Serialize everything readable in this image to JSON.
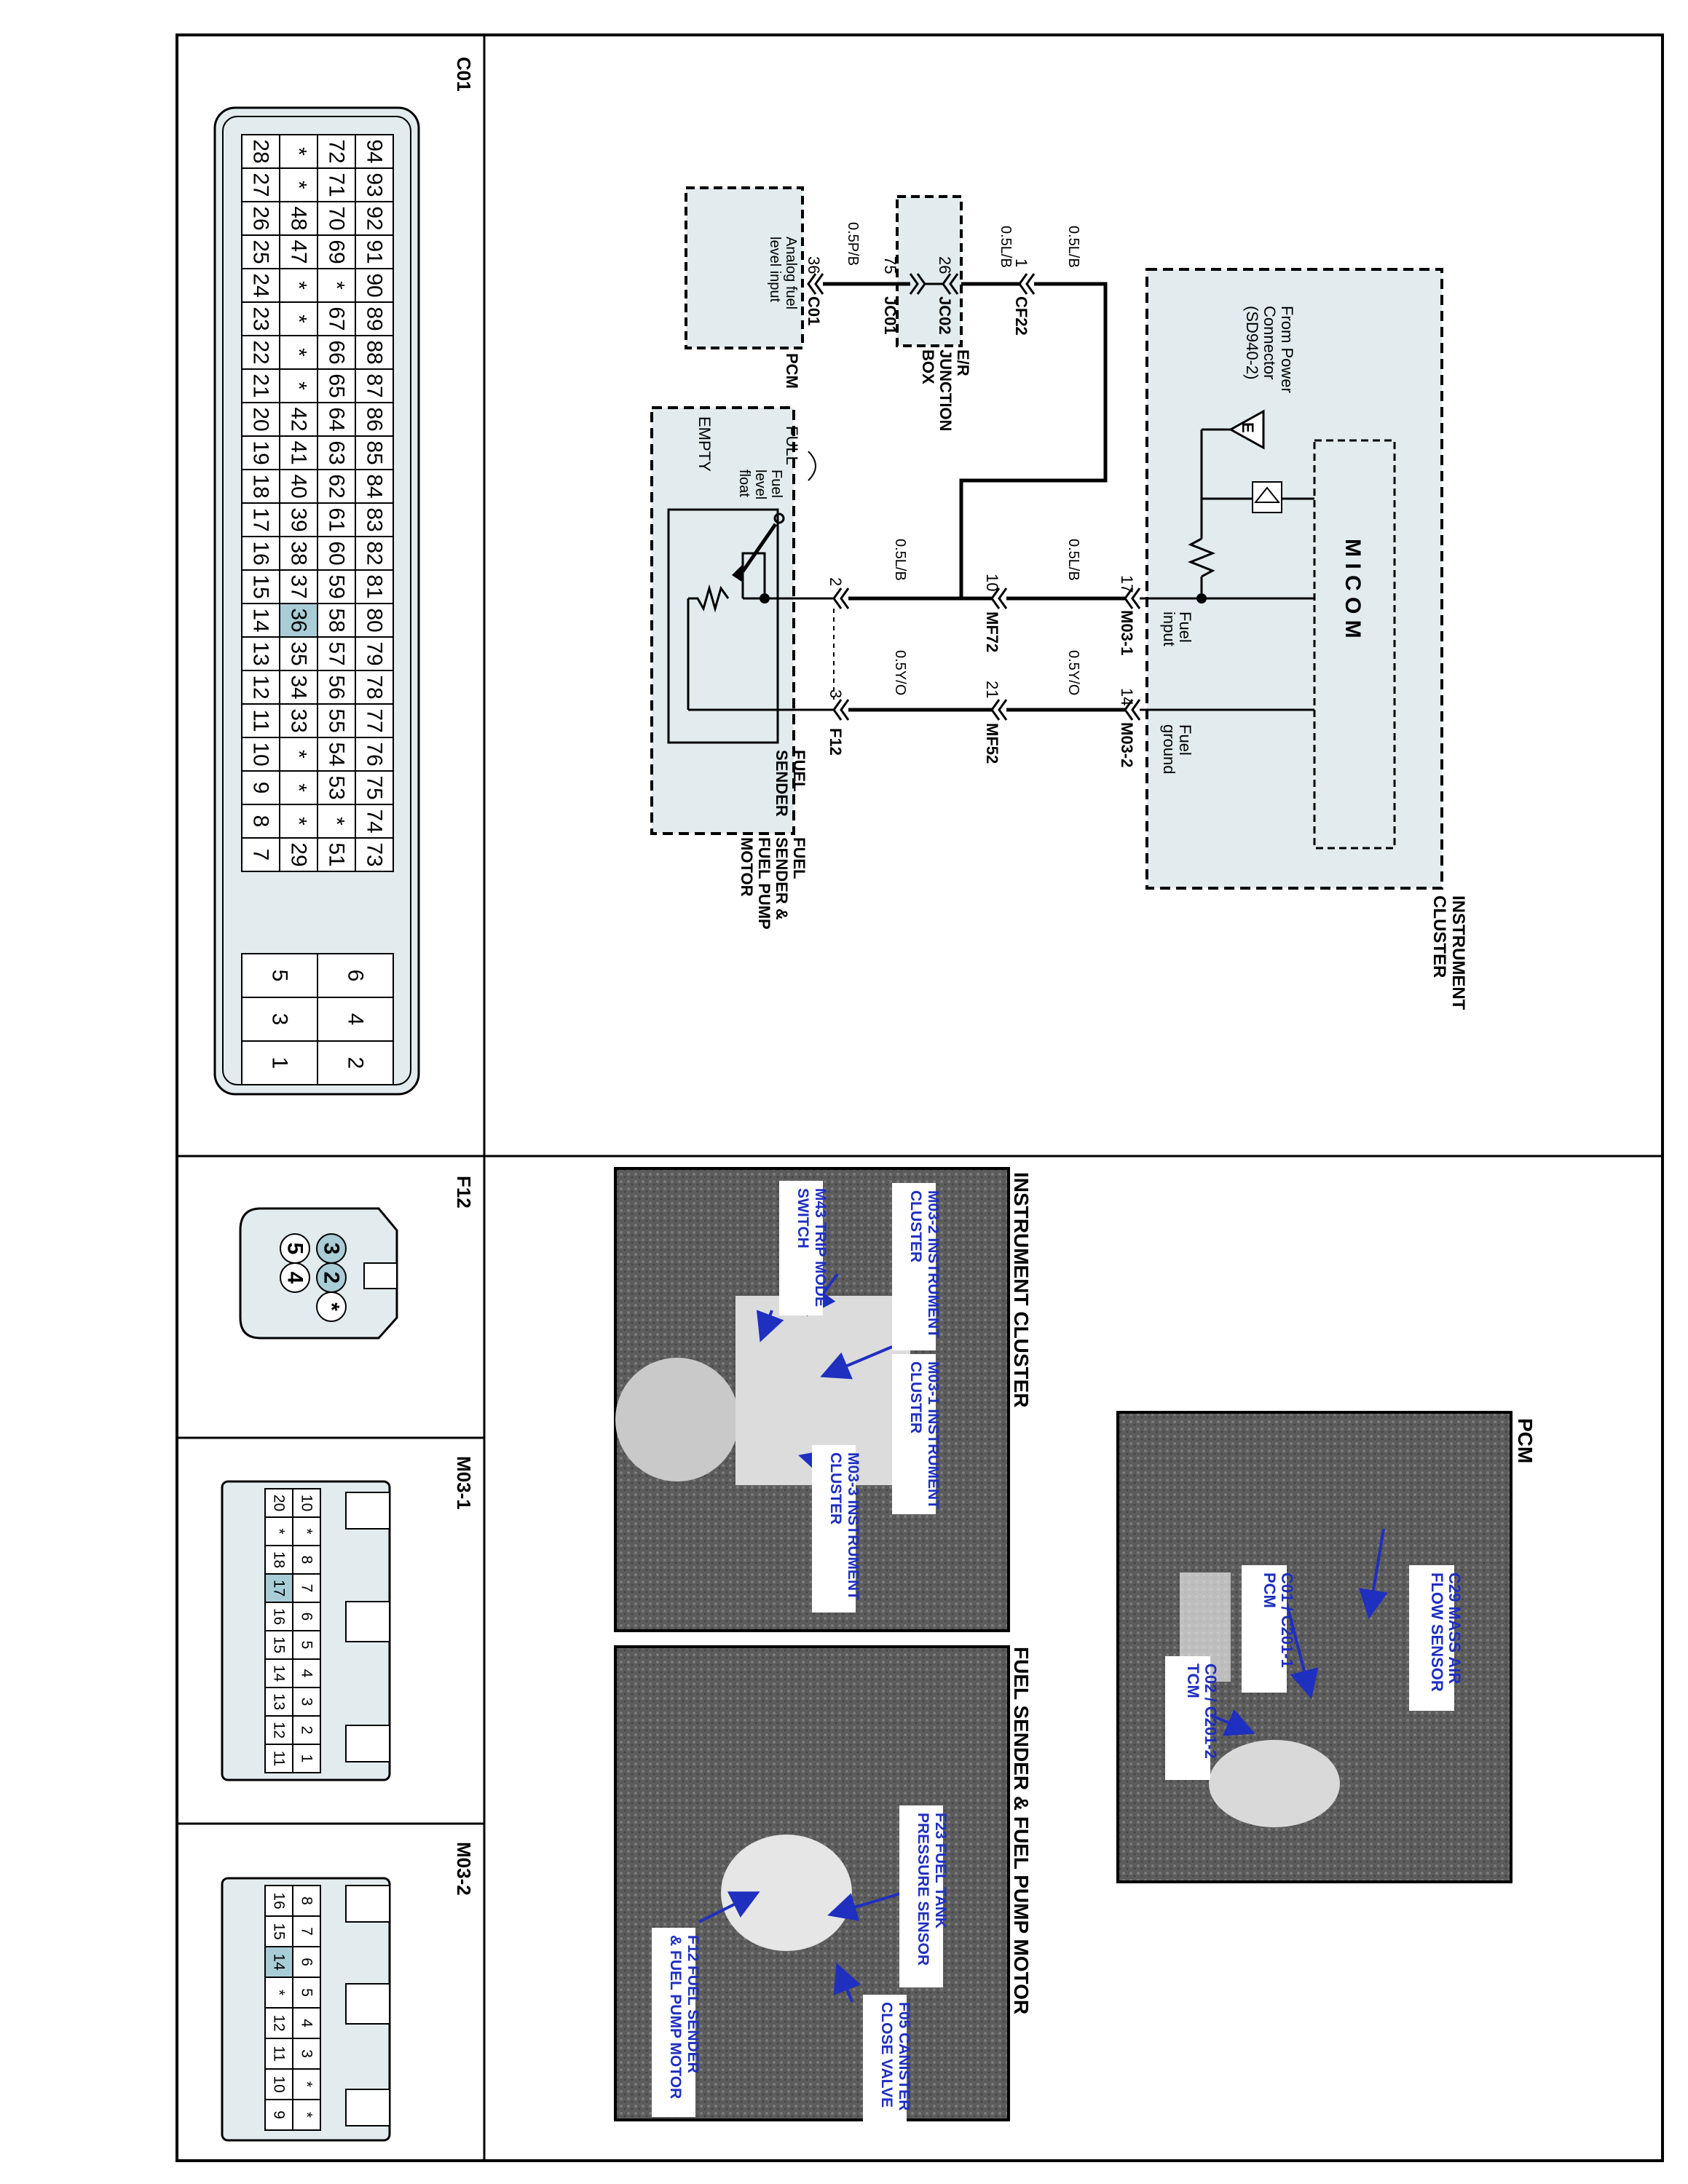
{
  "sections": {
    "c01_title": "C01",
    "f12_title": "F12",
    "m031_title": "M03-1",
    "m032_title": "M03-2",
    "pcm_title": "PCM",
    "ic_title": "INSTRUMENT CLUSTER",
    "fs_title": "FUEL SENDER & FUEL PUMP MOTOR"
  },
  "c01": {
    "rows": [
      [
        "94",
        "93",
        "92",
        "91",
        "90",
        "89",
        "88",
        "87",
        "86",
        "85",
        "84",
        "83",
        "82",
        "81",
        "80",
        "79",
        "78",
        "77",
        "76",
        "75",
        "74",
        "73"
      ],
      [
        "72",
        "71",
        "70",
        "69",
        "*",
        "67",
        "66",
        "65",
        "64",
        "63",
        "62",
        "61",
        "60",
        "59",
        "58",
        "57",
        "56",
        "55",
        "54",
        "53",
        "*",
        "51"
      ],
      [
        "*",
        "*",
        "48",
        "47",
        "*",
        "*",
        "*",
        "*",
        "42",
        "41",
        "40",
        "39",
        "38",
        "37",
        "36",
        "35",
        "34",
        "33",
        "*",
        "*",
        "*",
        "29"
      ],
      [
        "28",
        "27",
        "26",
        "25",
        "24",
        "23",
        "22",
        "21",
        "20",
        "19",
        "18",
        "17",
        "16",
        "15",
        "14",
        "13",
        "12",
        "11",
        "10",
        "9",
        "8",
        "7"
      ]
    ],
    "small": [
      [
        "6",
        "5"
      ],
      [
        "4",
        "3"
      ],
      [
        "2",
        "1"
      ]
    ],
    "highlight": "36"
  },
  "f12": {
    "pins": [
      "*",
      "2",
      "3",
      "4",
      "5"
    ],
    "highlight": [
      "2",
      "3"
    ]
  },
  "m031": {
    "rows": [
      [
        "10",
        "*",
        "8",
        "7",
        "6",
        "5",
        "4",
        "3",
        "2",
        "1"
      ],
      [
        "20",
        "*",
        "18",
        "17",
        "16",
        "15",
        "14",
        "13",
        "12",
        "11"
      ]
    ],
    "highlight": "17"
  },
  "m032": {
    "rows": [
      [
        "8",
        "7",
        "6",
        "5",
        "4",
        "3",
        "*",
        "*"
      ],
      [
        "16",
        "15",
        "14",
        "*",
        "12",
        "11",
        "10",
        "9"
      ]
    ],
    "highlight": "14"
  },
  "schematic": {
    "cluster_label": "INSTRUMENT\nCLUSTER",
    "micom": "M I C O M",
    "from_power": "From Power\nConnector\n(SD940-2)",
    "power_e": "E",
    "fuel_input": "Fuel\ninput",
    "fuel_ground": "Fuel\nground",
    "m031_pin": "17",
    "m031_conn": "M03-1",
    "m032_pin": "14",
    "m032_conn": "M03-2",
    "wire_05lb": "0.5L/B",
    "wire_05yo": "0.5Y/O",
    "wire_05pb": "0.5P/B",
    "mf72_pin": "10",
    "mf72_conn": "MF72",
    "mf52_pin": "21",
    "mf52_conn": "MF52",
    "f12_pin2": "2",
    "f12_pin3": "3",
    "f12_conn": "F12",
    "cf22_pin": "1",
    "cf22_conn": "CF22",
    "jc02_pin": "26",
    "jc02_conn": "JC02",
    "jc01_pin": "75",
    "jc01_conn": "JC01",
    "c01_pin": "36",
    "c01_conn": "C01",
    "junction_label": "E/R\nJUNCTION\nBOX",
    "pcm_label": "PCM",
    "analog": "Analog fuel\nlevel input",
    "sender_label": "FUEL\nSENDER",
    "sender_motor": "FUEL\nSENDER &\nFUEL PUMP\nMOTOR",
    "full": "FULL",
    "empty": "EMPTY",
    "float": "Fuel\nlevel\nfloat"
  },
  "photos": {
    "pcm_c29": "C29 MASS AIR\nFLOW SENSOR",
    "pcm_c01": "C01 / C201-1\nPCM",
    "pcm_c02": "C02 / C201-2\nTCM",
    "ic_m032": "M03-2 INSTRUMENT\nCLUSTER",
    "ic_m031": "M03-1 INSTRUMENT\nCLUSTER",
    "ic_m033": "M03-3 INSTRUMENT\nCLUSTER",
    "ic_m43": "M43 TRIP MODE\nSWITCH",
    "fs_f23": "F23 FUEL TANK\nPRESSURE SENSOR",
    "fs_f05": "F05 CANISTER\nCLOSE VALVE",
    "fs_f12": "F12 FUEL SENDER\n& FUEL PUMP MOTOR"
  },
  "colors": {
    "highlight": "#a9cdd6",
    "fill": "#e2ecef",
    "label": "#1f2fbf"
  }
}
